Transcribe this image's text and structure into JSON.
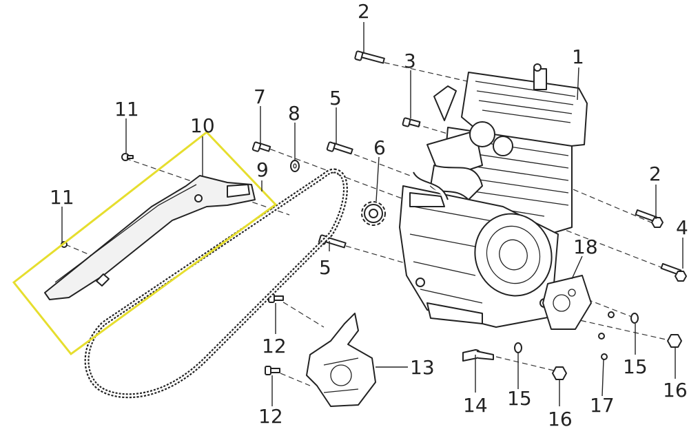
{
  "callouts": [
    {
      "id": "c1",
      "text": "1"
    },
    {
      "id": "c2a",
      "text": "2"
    },
    {
      "id": "c2b",
      "text": "2"
    },
    {
      "id": "c3",
      "text": "3"
    },
    {
      "id": "c4",
      "text": "4"
    },
    {
      "id": "c5a",
      "text": "5"
    },
    {
      "id": "c5b",
      "text": "5"
    },
    {
      "id": "c6",
      "text": "6"
    },
    {
      "id": "c7",
      "text": "7"
    },
    {
      "id": "c8",
      "text": "8"
    },
    {
      "id": "c9",
      "text": "9"
    },
    {
      "id": "c10",
      "text": "10"
    },
    {
      "id": "c11a",
      "text": "11"
    },
    {
      "id": "c11b",
      "text": "11"
    },
    {
      "id": "c12a",
      "text": "12"
    },
    {
      "id": "c12b",
      "text": "12"
    },
    {
      "id": "c13",
      "text": "13"
    },
    {
      "id": "c14",
      "text": "14"
    },
    {
      "id": "c15a",
      "text": "15"
    },
    {
      "id": "c15b",
      "text": "15"
    },
    {
      "id": "c16a",
      "text": "16"
    },
    {
      "id": "c16b",
      "text": "16"
    },
    {
      "id": "c17",
      "text": "17"
    },
    {
      "id": "c18",
      "text": "18"
    }
  ],
  "highlight": {
    "color": "#e6de2e",
    "target_part": "10"
  },
  "icons": {
    "engine": "engine-block-icon",
    "chain": "drive-chain-icon",
    "sprocket": "sprocket-icon",
    "chain-guard": "chain-guard-icon"
  }
}
